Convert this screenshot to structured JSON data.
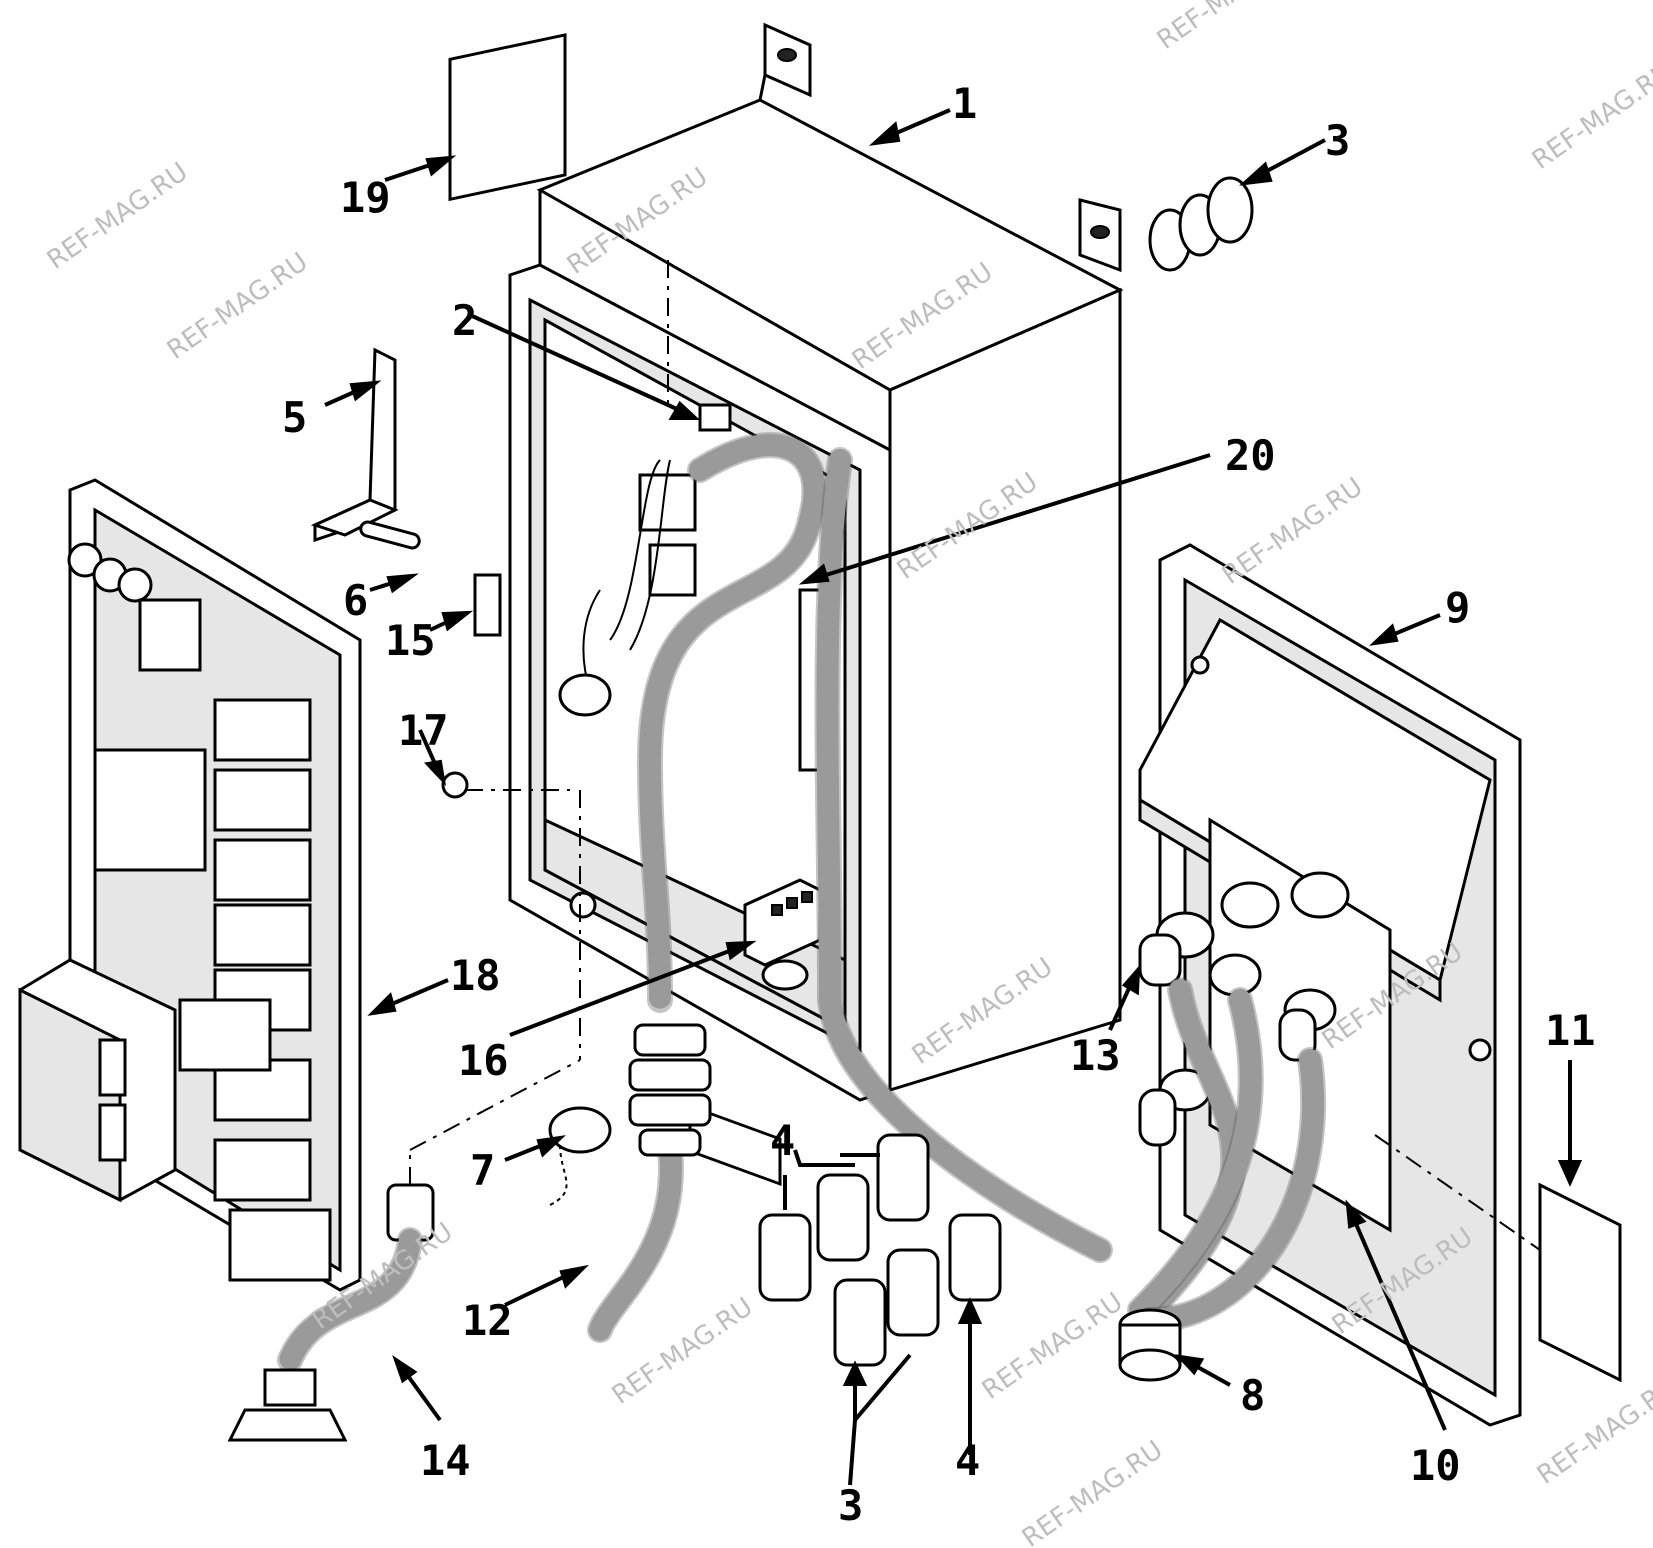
{
  "watermark": "REF-MAG.RU",
  "callouts": {
    "c1": "1",
    "c2": "2",
    "c3a": "3",
    "c3b": "3",
    "c4a": "4",
    "c4b": "4",
    "c5": "5",
    "c6": "6",
    "c7": "7",
    "c8": "8",
    "c9": "9",
    "c10": "10",
    "c11": "11",
    "c12": "12",
    "c13": "13",
    "c14": "14",
    "c15": "15",
    "c16": "16",
    "c17": "17",
    "c18": "18",
    "c19": "19",
    "c20": "20"
  }
}
